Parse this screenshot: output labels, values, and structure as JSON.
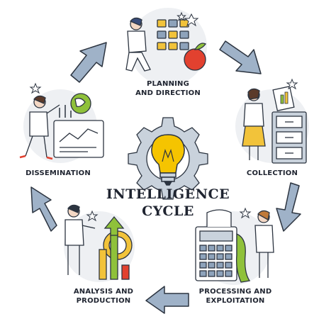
{
  "diagram": {
    "title_line1": "INTELLIGENCE",
    "title_line2": "CYCLE",
    "stages": [
      {
        "label": "PLANNING\nAND DIRECTION",
        "icon": "planning-board-icon"
      },
      {
        "label": "COLLECTION",
        "icon": "filing-cabinet-icon"
      },
      {
        "label": "PROCESSING AND\nEXPLOITATION",
        "icon": "calculator-icon"
      },
      {
        "label": "ANALYSIS AND\nPRODUCTION",
        "icon": "growth-chart-icon"
      },
      {
        "label": "DISSEMINATION",
        "icon": "presentation-screen-icon"
      }
    ],
    "center_icon": "lightbulb-gear-icon",
    "colors": {
      "arrow_fill": "#9fb2c8",
      "arrow_stroke": "#2c3440",
      "gear": "#c9d2dc",
      "bulb": "#f5c400",
      "accent_yellow": "#f2c33a",
      "accent_green": "#8fc13a",
      "accent_red": "#e2412f",
      "circle_bg": "#eef0f3"
    }
  }
}
